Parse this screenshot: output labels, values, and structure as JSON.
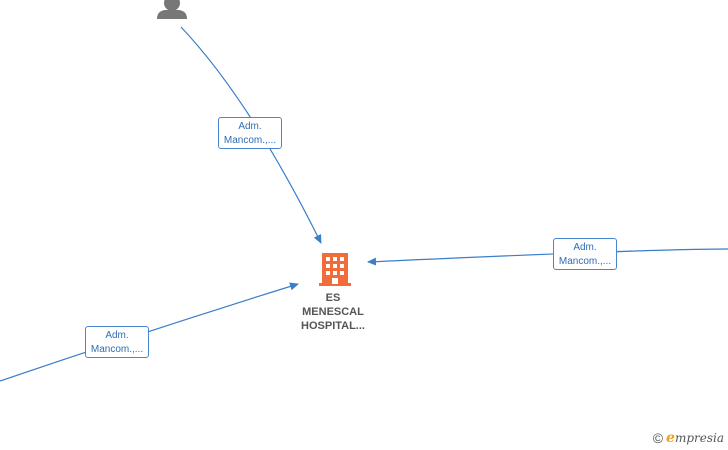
{
  "company": {
    "name_line1": "ES",
    "name_line2": "MENESCAL",
    "name_line3": "HOSPITAL..."
  },
  "relations": [
    {
      "line1": "Adm.",
      "line2": "Mancom.,..."
    },
    {
      "line1": "Adm.",
      "line2": "Mancom.,..."
    },
    {
      "line1": "Adm.",
      "line2": "Mancom.,..."
    }
  ],
  "icons": {
    "person": "person-icon",
    "company": "building-icon"
  },
  "colors": {
    "edge": "#3b7dc9",
    "company_icon": "#f26b3a",
    "person_icon": "#777777"
  },
  "brand": {
    "copyright": "©",
    "initial": "e",
    "rest": "mpresia"
  }
}
